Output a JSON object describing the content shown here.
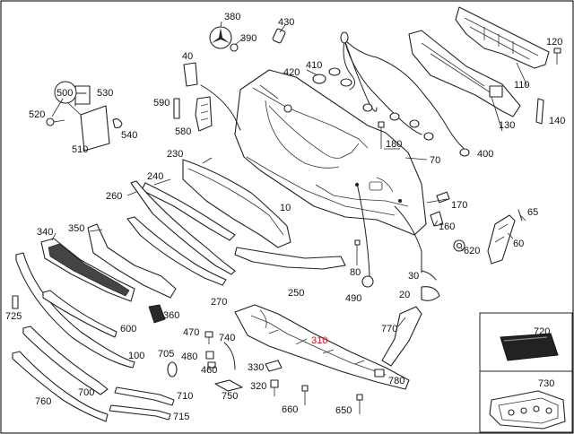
{
  "diagram": {
    "callouts": [
      {
        "id": "c380",
        "text": "380"
      },
      {
        "id": "c430",
        "text": "430"
      },
      {
        "id": "c390",
        "text": "390"
      },
      {
        "id": "c120",
        "text": "120"
      },
      {
        "id": "c40",
        "text": "40"
      },
      {
        "id": "c410",
        "text": "410"
      },
      {
        "id": "c420",
        "text": "420"
      },
      {
        "id": "c110",
        "text": "110"
      },
      {
        "id": "c500",
        "text": "500"
      },
      {
        "id": "c530",
        "text": "530"
      },
      {
        "id": "c590",
        "text": "590"
      },
      {
        "id": "c520",
        "text": "520"
      },
      {
        "id": "c540",
        "text": "540"
      },
      {
        "id": "c130",
        "text": "130"
      },
      {
        "id": "c580",
        "text": "580"
      },
      {
        "id": "c510",
        "text": "510"
      },
      {
        "id": "c180",
        "text": "180"
      },
      {
        "id": "c400",
        "text": "400"
      },
      {
        "id": "c230",
        "text": "230"
      },
      {
        "id": "c70",
        "text": "70"
      },
      {
        "id": "c240",
        "text": "240"
      },
      {
        "id": "c260",
        "text": "260"
      },
      {
        "id": "c10",
        "text": "10"
      },
      {
        "id": "c170",
        "text": "170"
      },
      {
        "id": "c65",
        "text": "65"
      },
      {
        "id": "c160",
        "text": "160"
      },
      {
        "id": "c350",
        "text": "350"
      },
      {
        "id": "c340",
        "text": "340"
      },
      {
        "id": "c60",
        "text": "60"
      },
      {
        "id": "c620",
        "text": "620"
      },
      {
        "id": "c80",
        "text": "80"
      },
      {
        "id": "c30",
        "text": "30"
      },
      {
        "id": "c250",
        "text": "250"
      },
      {
        "id": "c270",
        "text": "270"
      },
      {
        "id": "c20",
        "text": "20"
      },
      {
        "id": "c490",
        "text": "490"
      },
      {
        "id": "c725",
        "text": "725"
      },
      {
        "id": "c360",
        "text": "360"
      },
      {
        "id": "c600",
        "text": "600"
      },
      {
        "id": "c770",
        "text": "770"
      },
      {
        "id": "c720",
        "text": "720"
      },
      {
        "id": "c470",
        "text": "470"
      },
      {
        "id": "c740",
        "text": "740"
      },
      {
        "id": "c310",
        "text": "310"
      },
      {
        "id": "c100",
        "text": "100"
      },
      {
        "id": "c705",
        "text": "705"
      },
      {
        "id": "c480",
        "text": "480"
      },
      {
        "id": "c460",
        "text": "460"
      },
      {
        "id": "c330",
        "text": "330"
      },
      {
        "id": "c780",
        "text": "780"
      },
      {
        "id": "c700",
        "text": "700"
      },
      {
        "id": "c710",
        "text": "710"
      },
      {
        "id": "c750",
        "text": "750"
      },
      {
        "id": "c320",
        "text": "320"
      },
      {
        "id": "c730",
        "text": "730"
      },
      {
        "id": "c760",
        "text": "760"
      },
      {
        "id": "c660",
        "text": "660"
      },
      {
        "id": "c650",
        "text": "650"
      },
      {
        "id": "c715",
        "text": "715"
      }
    ],
    "highlight_color": "#d8141e",
    "highlighted_callout": "310"
  }
}
